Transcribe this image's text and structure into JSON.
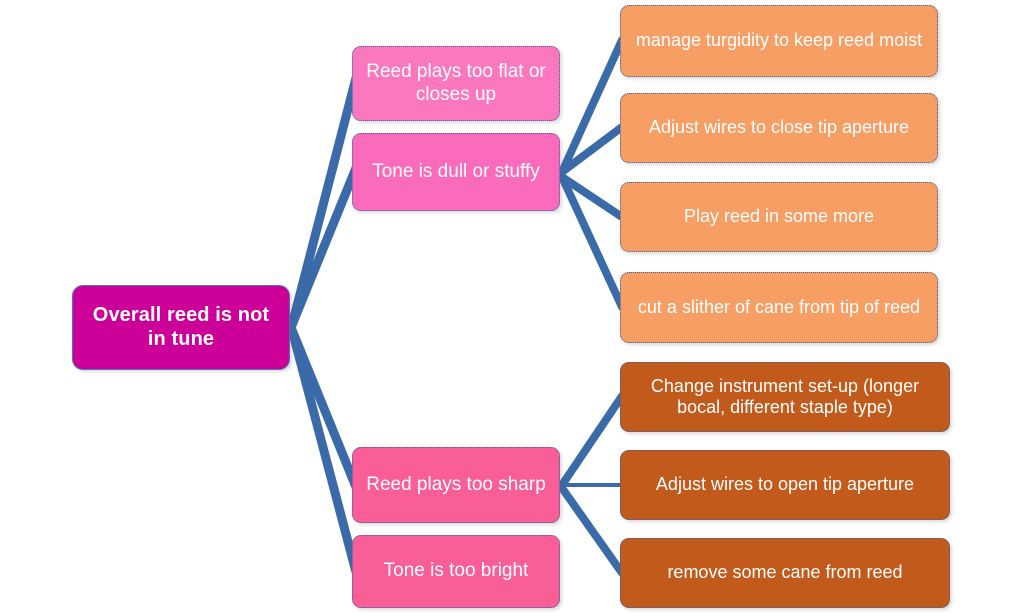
{
  "diagram": {
    "title": "Overall reed is not in tune",
    "type": "mind-map",
    "colors": {
      "root_fill": "#CC0099",
      "branch_pink": "#FB77BE",
      "branch_pink_strong": "#FB6BBB",
      "branch_pink_rose": "#FA5E96",
      "leaf_orange_light": "#F79E64",
      "leaf_orange_dark": "#C25A1B",
      "connector": "#3A6BA8",
      "node_outline": "#37619E",
      "text": "#FFFFFF"
    },
    "root": {
      "id": "root",
      "label": "Overall reed is not in tune"
    },
    "branches": [
      {
        "id": "branch-reed-plays-too-flat",
        "label": "Reed plays too flat or closes up",
        "leaves": []
      },
      {
        "id": "branch-tone-is-dull-or-stuffy",
        "label": "Tone is dull or stuffy",
        "leaves": [
          {
            "id": "leaf-manage-turgidity",
            "label": "manage turgidity to keep reed moist"
          },
          {
            "id": "leaf-adjust-wires-close",
            "label": "Adjust wires to close tip aperture"
          },
          {
            "id": "leaf-play-reed-in",
            "label": "Play reed in some more"
          },
          {
            "id": "leaf-cut-slither-cane",
            "label": "cut a slither of cane from tip of reed"
          }
        ]
      },
      {
        "id": "branch-reed-plays-too-sharp",
        "label": "Reed plays too sharp",
        "leaves": [
          {
            "id": "leaf-change-instrument-setup",
            "label": "Change instrument set-up (longer bocal, different staple type)"
          },
          {
            "id": "leaf-adjust-wires-open",
            "label": "Adjust wires to open tip aperture"
          },
          {
            "id": "leaf-remove-some-cane",
            "label": "remove some cane from reed"
          }
        ]
      },
      {
        "id": "branch-tone-is-too-bright",
        "label": "Tone is too bright",
        "leaves": []
      }
    ]
  }
}
